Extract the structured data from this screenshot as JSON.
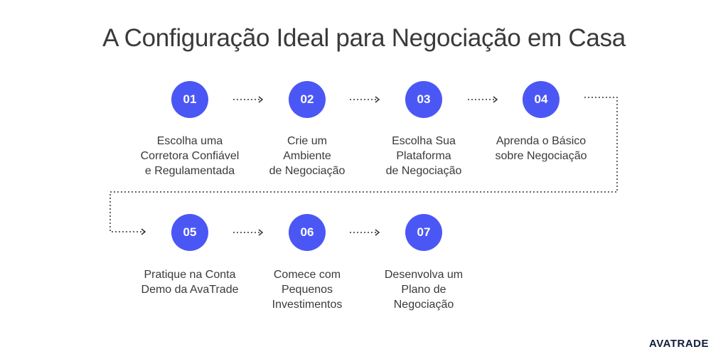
{
  "title": "A Configuração Ideal para Negociação em Casa",
  "steps": [
    {
      "num": "01",
      "label": "Escolha uma\nCorretora Confiável\ne Regulamentada"
    },
    {
      "num": "02",
      "label": "Crie um\nAmbiente\nde Negociação"
    },
    {
      "num": "03",
      "label": "Escolha Sua\nPlataforma\nde Negociação"
    },
    {
      "num": "04",
      "label": "Aprenda o Básico\nsobre Negociação"
    },
    {
      "num": "05",
      "label": "Pratique na Conta\nDemo da AvaTrade"
    },
    {
      "num": "06",
      "label": "Comece com\nPequenos\nInvestimentos"
    },
    {
      "num": "07",
      "label": "Desenvolva um\nPlano de\nNegociação"
    }
  ],
  "logo": "AVATRADE",
  "colors": {
    "accent": "#4b57f5",
    "text": "#3a3a3a",
    "connector": "#333333"
  }
}
